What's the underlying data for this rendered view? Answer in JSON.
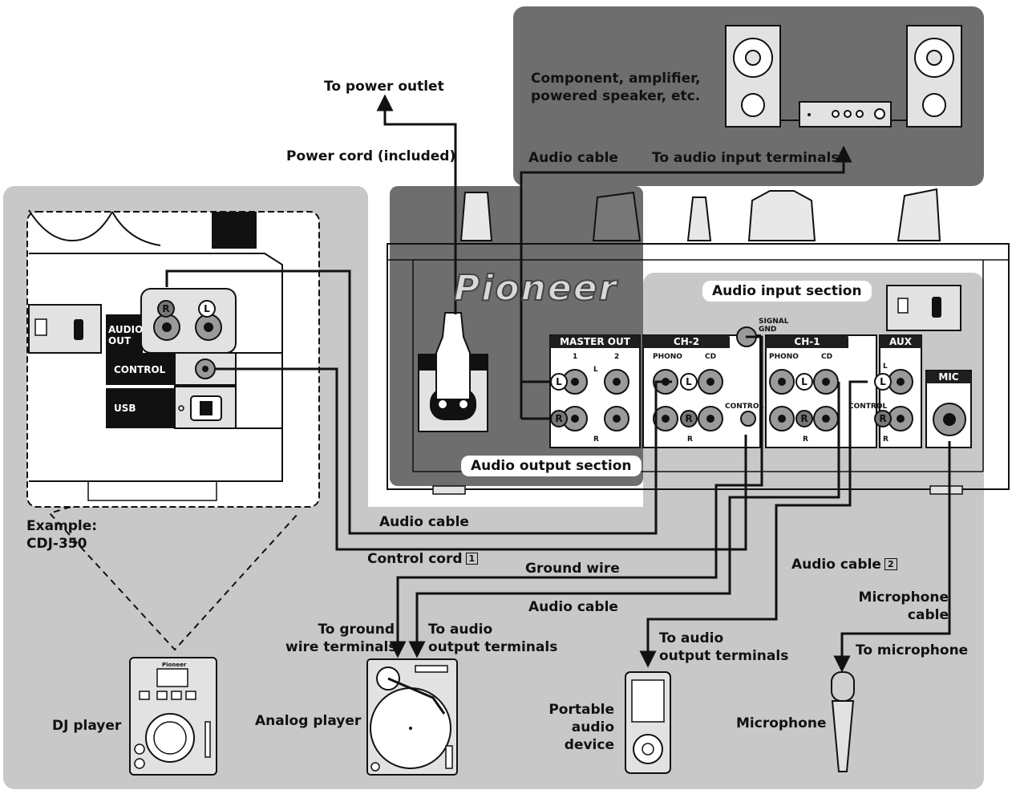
{
  "labels": {
    "power_outlet": "To power outlet",
    "power_cord": "Power cord (included)",
    "component": "Component, amplifier,\npowered speaker, etc.",
    "audio_cable_top": "Audio cable",
    "audio_input_terminals": "To audio input terminals",
    "audio_input_section": "Audio input section",
    "audio_output_section": "Audio output section",
    "audio_cable_mid": "Audio cable",
    "control_cord": "Control cord",
    "control_cord_num": "1",
    "ground_wire": "Ground wire",
    "audio_cable_2": "Audio cable",
    "audio_cable_2_num": "2",
    "audio_cable_low": "Audio cable",
    "microphone_cable": "Microphone\ncable",
    "to_ground_wire": "To ground\nwire terminals",
    "to_audio_output_1": "To audio\noutput terminals",
    "to_audio_output_2": "To audio\noutput terminals",
    "to_microphone": "To microphone",
    "example": "Example:\nCDJ-350",
    "dj_player": "DJ player",
    "analog_player": "Analog player",
    "portable_audio": "Portable\naudio\ndevice",
    "microphone": "Microphone"
  },
  "mixer": {
    "brand": "Pioneer",
    "master_out": "MASTER OUT",
    "master_1": "1",
    "master_2": "2",
    "ch2": "CH-2",
    "ch1": "CH-1",
    "aux": "AUX",
    "mic": "MIC",
    "phono": "PHONO",
    "cd": "CD",
    "control": "CONTROL",
    "signal_gnd": "SIGNAL\nGND",
    "l": "L",
    "r": "R"
  },
  "cdj_panel": {
    "audio_out": "AUDIO\nOUT",
    "control": "CONTROL",
    "usb": "USB",
    "jack_r": "R",
    "jack_l": "L"
  },
  "device_brand": "Pioneer",
  "colors": {
    "dark_box": "#6e6e6e",
    "light_box": "#c8c8c8",
    "outline": "#111111",
    "device_fill": "#e2e2e2"
  },
  "icons": [
    "lock-icon",
    "usb-icon",
    "power-plug-icon",
    "speaker-icon",
    "amplifier-icon",
    "turntable-icon",
    "dj-player-icon",
    "portable-player-icon",
    "microphone-icon",
    "rca-plug-icon",
    "arrow-icon"
  ]
}
